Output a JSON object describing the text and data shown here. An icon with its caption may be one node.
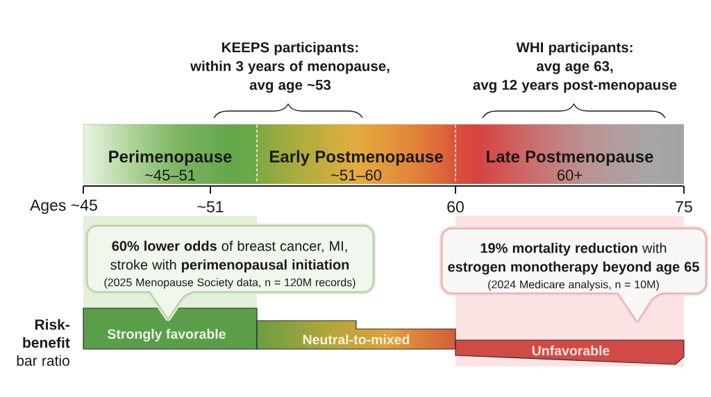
{
  "diagram": {
    "nodes": [
      {
        "text": [
          "Perimenopause",
          "~45–51"
        ]
      },
      {
        "text": [
          "Early Postmenopause",
          "~51–60"
        ]
      },
      {
        "text": [
          "Late Postmenopause",
          "60+"
        ]
      },
      {
        "text": [
          "**60% lower odds** of breast cancer, MI, stroke with **perimenopausal initiation**",
          "(2025 Menopause Society data, n = 120M records)"
        ]
      },
      {
        "text": [
          "**19% mortality reduction** with **estrogen monotherapy beyond age 65**",
          "(2024 Medicare analysis, n = 10M)"
        ]
      },
      {
        "text": [
          "Strongly favorable"
        ]
      },
      {
        "text": [
          "Neutral-to-mixed"
        ]
      },
      {
        "text": [
          "Unfavorable"
        ]
      }
    ],
    "labels": [
      "KEEPS participants: within 3 years of menopause, avg age ~53",
      "WHI participants: avg age 63, avg 12 years post-menopause",
      "Ages ~45",
      "~51",
      "60",
      "75",
      "**Risk-benefit** bar ratio"
    ]
  }
}
